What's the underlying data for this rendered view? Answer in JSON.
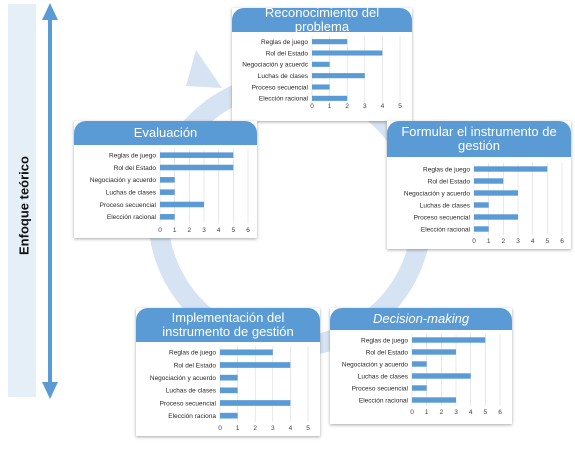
{
  "axis_label": "Enfoque teórico",
  "colors": {
    "bar": "#5b9bd5",
    "title_bg": "#5b9bd5",
    "cycle": "#d6e3f3",
    "axis_arrow": "#5b9bd5"
  },
  "chart_data": [
    {
      "type": "bar",
      "title": "Reconocimiento del problema",
      "categories": [
        "Reglas de juego",
        "Rol del Estado",
        "Negociación y acuerdo",
        "Luchas de clases",
        "Proceso secuencial",
        "Elección racional"
      ],
      "category_labels": [
        "Reglas de juego",
        "Rol del Estado",
        "Negociación y acuerdc",
        "Luchas de clases",
        "Proceso secuencial",
        "Elección racional"
      ],
      "values": [
        2,
        4,
        1,
        3,
        1,
        2
      ],
      "xlim": [
        0,
        5
      ],
      "ticks": [
        "0",
        "1",
        "2",
        "3",
        "4",
        "5"
      ]
    },
    {
      "type": "bar",
      "title": "Formular el instrumento de gestión",
      "categories": [
        "Reglas de juego",
        "Rol del Estado",
        "Negociación y acuerdo",
        "Luchas de clases",
        "Proceso secuencial",
        "Elección racional"
      ],
      "category_labels": [
        "Reglas de juego",
        "Rol del Estado",
        "Negociación y acuerdo",
        "Luchas de clases",
        "Proceso secuencial",
        "Elección racional"
      ],
      "values": [
        5,
        2,
        3,
        1,
        3,
        1
      ],
      "xlim": [
        0,
        6
      ],
      "ticks": [
        "0",
        "1",
        "2",
        "3",
        "4",
        "5",
        "6"
      ]
    },
    {
      "type": "bar",
      "title": "Decision-making",
      "categories": [
        "Reglas de juego",
        "Rol del Estado",
        "Negociación y acuerdo",
        "Luchas de clases",
        "Proceso secuencial",
        "Elección racional"
      ],
      "category_labels": [
        "Reglas de juego",
        "Rol del Estado",
        "Negociación y acuerdo",
        "Luchas de clases",
        "Proceso secuencial",
        "Elección racional"
      ],
      "values": [
        5,
        3,
        1,
        4,
        1,
        3
      ],
      "xlim": [
        0,
        6
      ],
      "ticks": [
        "0",
        "1",
        "2",
        "3",
        "4",
        "5",
        "6"
      ]
    },
    {
      "type": "bar",
      "title": "Implementación del instrumento de gestión",
      "categories": [
        "Reglas de juego",
        "Rol del Estado",
        "Negociación y acuerdo",
        "Luchas de clases",
        "Proceso secuencial",
        "Elección racional"
      ],
      "category_labels": [
        "Reglas de juego",
        "Rol del Estado",
        "Negociación y acuerdo",
        "Luchas de clases",
        "Proceso secuencial",
        "Elección raciona"
      ],
      "values": [
        3,
        4,
        1,
        1,
        4,
        1
      ],
      "xlim": [
        0,
        5
      ],
      "ticks": [
        "0",
        "1",
        "2",
        "3",
        "4",
        "5"
      ]
    },
    {
      "type": "bar",
      "title": "Evaluación",
      "categories": [
        "Reglas de juego",
        "Rol del Estado",
        "Negociación y acuerdo",
        "Luchas de clases",
        "Proceso secuencial",
        "Elección racional"
      ],
      "category_labels": [
        "Reglas de juego",
        "Rol del Estado",
        "Negociación y acuerdo",
        "Luchas de clases",
        "Proceso secuencial",
        "Elección racional"
      ],
      "values": [
        5,
        5,
        1,
        1,
        3,
        1
      ],
      "xlim": [
        0,
        6
      ],
      "ticks": [
        "0",
        "1",
        "2",
        "3",
        "4",
        "5",
        "6"
      ]
    }
  ]
}
